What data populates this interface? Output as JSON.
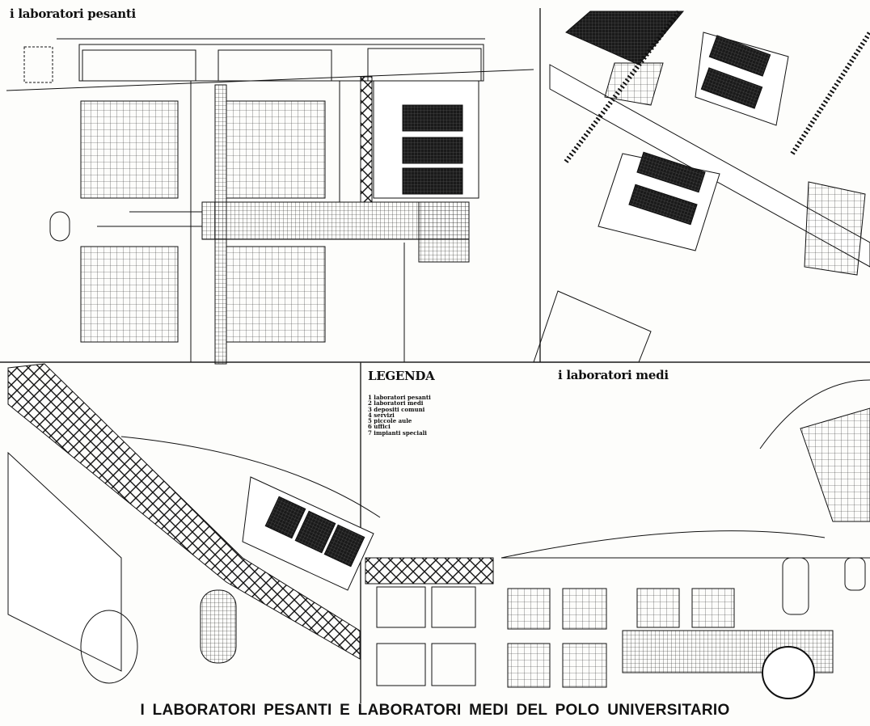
{
  "panels": {
    "heavy_plan_title": "i laboratori pesanti",
    "medium_plan_title": "i laboratori medi"
  },
  "legend": {
    "title": "LEGENDA",
    "items": [
      "1  laboratori pesanti",
      "2  laboratori medi",
      "3  depositi comuni",
      "4  servizi",
      "5  piccole aule",
      "6  uffici",
      "7  impianti speciali"
    ]
  },
  "caption": "I LABORATORI  PESANTI E LABORATORI MEDI     DEL POLO UNIVERSITARIO"
}
